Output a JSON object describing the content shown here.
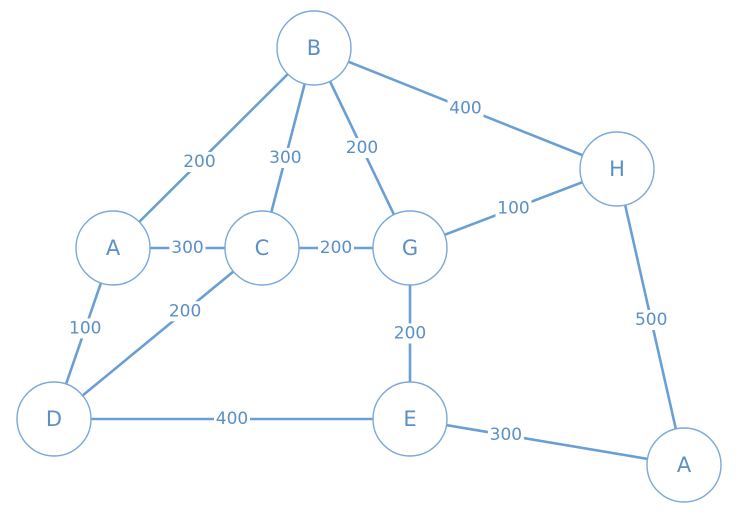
{
  "graph": {
    "nodes": [
      {
        "id": "B",
        "label": "B"
      },
      {
        "id": "H",
        "label": "H"
      },
      {
        "id": "A1",
        "label": "A"
      },
      {
        "id": "C",
        "label": "C"
      },
      {
        "id": "G",
        "label": "G"
      },
      {
        "id": "D",
        "label": "D"
      },
      {
        "id": "E",
        "label": "E"
      },
      {
        "id": "A2",
        "label": "A"
      }
    ],
    "edges": [
      {
        "from": "B",
        "to": "A1",
        "weight": "200"
      },
      {
        "from": "B",
        "to": "C",
        "weight": "300"
      },
      {
        "from": "B",
        "to": "G",
        "weight": "200"
      },
      {
        "from": "B",
        "to": "H",
        "weight": "400"
      },
      {
        "from": "A1",
        "to": "C",
        "weight": "300"
      },
      {
        "from": "C",
        "to": "G",
        "weight": "200"
      },
      {
        "from": "G",
        "to": "H",
        "weight": "100"
      },
      {
        "from": "A1",
        "to": "D",
        "weight": "100"
      },
      {
        "from": "C",
        "to": "D",
        "weight": "200"
      },
      {
        "from": "G",
        "to": "E",
        "weight": "200"
      },
      {
        "from": "H",
        "to": "A2",
        "weight": "500"
      },
      {
        "from": "D",
        "to": "E",
        "weight": "400"
      },
      {
        "from": "E",
        "to": "A2",
        "weight": "300"
      }
    ]
  }
}
